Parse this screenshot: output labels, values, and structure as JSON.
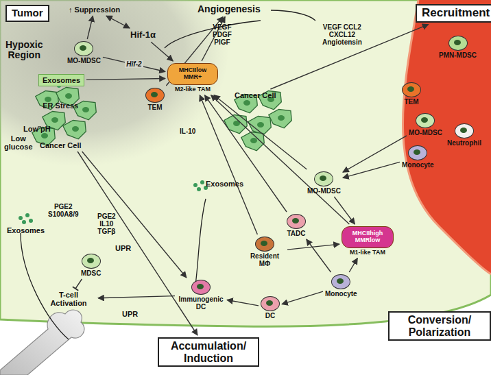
{
  "diagram": {
    "nodes": [
      {
        "text": [
          "Tumor"
        ]
      },
      {
        "text": [
          "↑ Suppression"
        ]
      },
      {
        "text": [
          "Hif-1α"
        ]
      },
      {
        "text": [
          "Angiogenesis"
        ]
      },
      {
        "text": [
          "Recruitment"
        ]
      },
      {
        "text": [
          "MO-MDSC"
        ]
      },
      {
        "text": [
          "Exosomes"
        ]
      },
      {
        "text": [
          "ER Stress",
          "Cancer Cell"
        ]
      },
      {
        "text": [
          "MHCIIlow MMR+",
          "M2-like TAM"
        ]
      },
      {
        "text": [
          "TEM"
        ]
      },
      {
        "text": [
          "Cancer Cell"
        ]
      },
      {
        "text": [
          "PMN-MDSC"
        ]
      },
      {
        "text": [
          "TEM"
        ]
      },
      {
        "text": [
          "MO-MDSC"
        ]
      },
      {
        "text": [
          "Monocyte"
        ]
      },
      {
        "text": [
          "Neutrophil"
        ]
      },
      {
        "text": [
          "MO-MDSC"
        ]
      },
      {
        "text": [
          "Resident MΦ"
        ]
      },
      {
        "text": [
          "TADC"
        ]
      },
      {
        "text": [
          "MHCIIhigh MMRlow",
          "M1-like TAM"
        ]
      },
      {
        "text": [
          "Monocyte"
        ]
      },
      {
        "text": [
          "DC"
        ]
      },
      {
        "text": [
          "Immunogenic DC"
        ]
      },
      {
        "text": [
          "MDSC"
        ]
      },
      {
        "text": [
          "T-cell Activation"
        ]
      },
      {
        "text": [
          "Accumulation/ Induction"
        ]
      },
      {
        "text": [
          "Conversion/ Polarization"
        ]
      }
    ],
    "edges": [
      {
        "from": 5,
        "to": 1,
        "arrow": "to"
      },
      {
        "from": 2,
        "to": 1,
        "arrow": "both"
      },
      {
        "from": 5,
        "to": 8,
        "arrow": "to",
        "label": "Hif-2"
      },
      {
        "from": 2,
        "to": 8,
        "arrow": "to"
      },
      {
        "from": 8,
        "to": 3,
        "arrow": "to"
      },
      {
        "from": 9,
        "to": 3,
        "arrow": "to"
      },
      {
        "from": 10,
        "to": 4,
        "arrow": "to"
      },
      {
        "from": 14,
        "to": 16,
        "arrow": "to"
      },
      {
        "from": 13,
        "to": 16,
        "arrow": "to"
      },
      {
        "from": 16,
        "to": 8,
        "arrow": "to"
      },
      {
        "from": 16,
        "to": 19,
        "arrow": "to"
      },
      {
        "from": 17,
        "to": 8,
        "arrow": "to"
      },
      {
        "from": 17,
        "to": 19,
        "arrow": "to"
      },
      {
        "from": 20,
        "to": 19,
        "arrow": "to"
      },
      {
        "from": 20,
        "to": 18,
        "arrow": "to"
      },
      {
        "from": 20,
        "to": 21,
        "arrow": "to"
      },
      {
        "from": 21,
        "to": 22,
        "arrow": "to"
      },
      {
        "from": 22,
        "to": 24,
        "arrow": "to"
      },
      {
        "from": 23,
        "to": 24,
        "arrow": "none"
      },
      {
        "from": 7,
        "to": 25,
        "arrow": "to"
      },
      {
        "from": 7,
        "to": 22,
        "arrow": "to"
      },
      {
        "from": 19,
        "to": 8,
        "arrow": "to"
      },
      {
        "from": 6,
        "to": 8,
        "arrow": "to"
      },
      {
        "from": 18,
        "to": 8,
        "arrow": "to"
      }
    ],
    "labels": [
      "Hypoxic Region",
      "VEGF PDGF PlGF",
      "VEGF CCL2 CXCL12 Angiotensin",
      "IL-10",
      "Low pH",
      "Low glucose",
      "PGE2 S100A8/9",
      "PGE2 IL10 TGFβ",
      "UPR",
      "UPR",
      "Exosomes",
      "Exosomes"
    ]
  }
}
